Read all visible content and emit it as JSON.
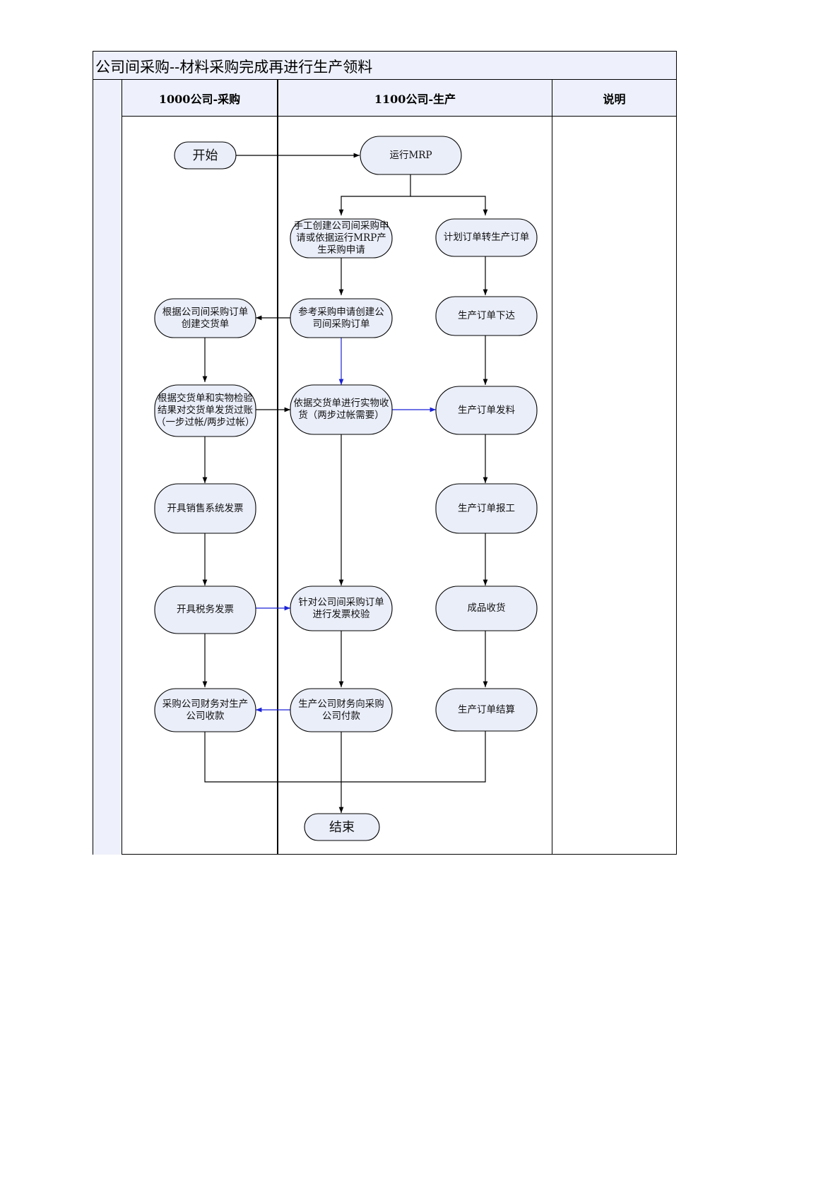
{
  "title": "公司间采购--材料采购完成再进行生产领料",
  "columns": {
    "purchase": "1000公司-采购",
    "production": "1100公司-生产",
    "notes": "说明"
  },
  "nodes": {
    "start": "开始",
    "run_mrp": "运行MRP",
    "manual_create_pr": "手工创建公司间采购申请或依据运行MRP产生采购申请",
    "planned_to_prod_order": "计划订单转生产订单",
    "create_delivery": "根据公司间采购订单创建交货单",
    "create_po": "参考采购申请创建公司间采购订单",
    "release_prod_order": "生产订单下达",
    "post_goods_issue": "根据交货单和实物检验结果对交货单发货过账（一步过帐/两步过帐）",
    "goods_receipt": "依据交货单进行实物收货（两步过帐需要）",
    "prod_order_issue": "生产订单发料",
    "sales_invoice": "开具销售系统发票",
    "prod_order_confirm": "生产订单报工",
    "tax_invoice": "开具税务发票",
    "invoice_verification": "针对公司间采购订单进行发票校验",
    "finished_goods_receipt": "成品收货",
    "collect_payment": "采购公司财务对生产公司收款",
    "pay_vendor": "生产公司财务向采购公司付款",
    "prod_order_settle": "生产订单结算",
    "end": "结束"
  },
  "colors": {
    "node_fill": "#eaeef9",
    "header_fill": "#eef1fb",
    "line": "#000000",
    "accent_line": "#1a22d6"
  }
}
